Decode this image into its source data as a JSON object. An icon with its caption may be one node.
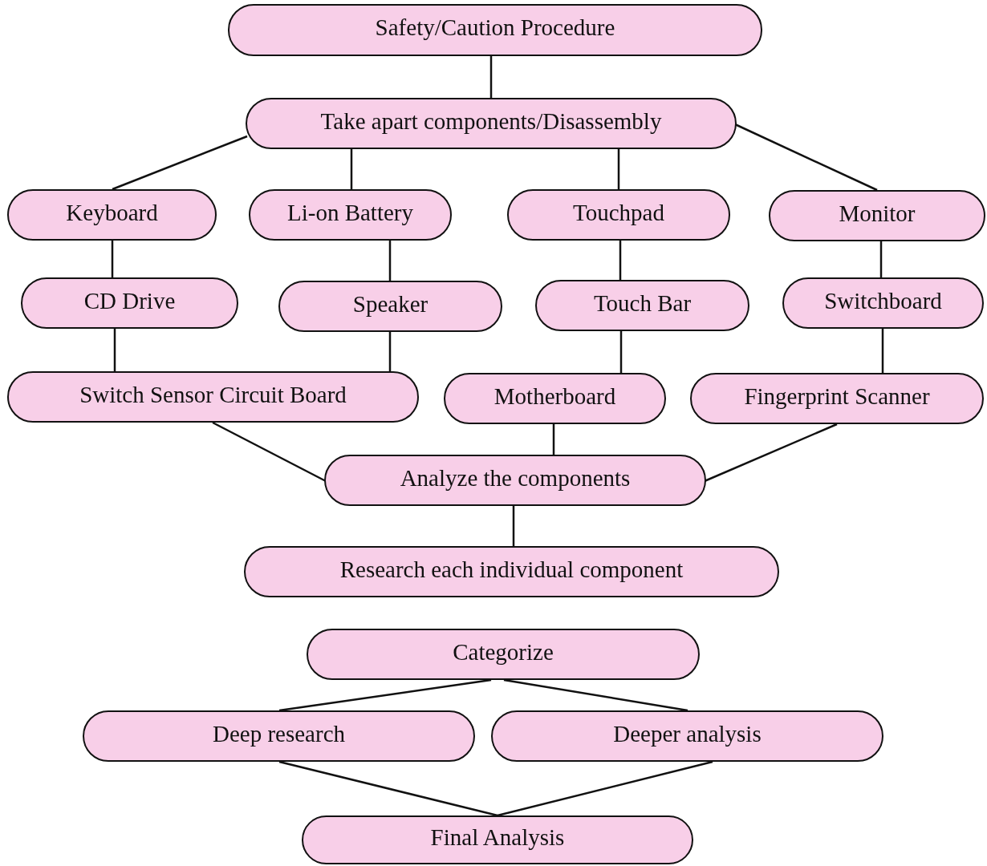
{
  "diagram": {
    "nodes": [
      {
        "text": [
          "Safety/Caution Procedure"
        ]
      },
      {
        "text": [
          "Take apart components/Disassembly"
        ]
      },
      {
        "text": [
          "Keyboard"
        ]
      },
      {
        "text": [
          "Li-on Battery"
        ]
      },
      {
        "text": [
          "Touchpad"
        ]
      },
      {
        "text": [
          "Monitor"
        ]
      },
      {
        "text": [
          "CD Drive"
        ]
      },
      {
        "text": [
          "Speaker"
        ]
      },
      {
        "text": [
          "Touch Bar"
        ]
      },
      {
        "text": [
          "Switchboard"
        ]
      },
      {
        "text": [
          "Switch Sensor Circuit Board"
        ]
      },
      {
        "text": [
          "Motherboard"
        ]
      },
      {
        "text": [
          "Fingerprint Scanner"
        ]
      },
      {
        "text": [
          "Analyze the components"
        ]
      },
      {
        "text": [
          "Research each individual component"
        ]
      },
      {
        "text": [
          "Categorize"
        ]
      },
      {
        "text": [
          "Deep research"
        ]
      },
      {
        "text": [
          "Deeper analysis"
        ]
      },
      {
        "text": [
          "Final Analysis"
        ]
      }
    ],
    "edges": [
      {
        "from": 0,
        "to": 1,
        "arrow": "none"
      },
      {
        "from": 1,
        "to": 2,
        "arrow": "none"
      },
      {
        "from": 1,
        "to": 3,
        "arrow": "none"
      },
      {
        "from": 1,
        "to": 4,
        "arrow": "none"
      },
      {
        "from": 1,
        "to": 5,
        "arrow": "none"
      },
      {
        "from": 2,
        "to": 6,
        "arrow": "none"
      },
      {
        "from": 3,
        "to": 7,
        "arrow": "none"
      },
      {
        "from": 4,
        "to": 8,
        "arrow": "none"
      },
      {
        "from": 5,
        "to": 9,
        "arrow": "none"
      },
      {
        "from": 6,
        "to": 10,
        "arrow": "none"
      },
      {
        "from": 7,
        "to": 10,
        "arrow": "none"
      },
      {
        "from": 8,
        "to": 11,
        "arrow": "none"
      },
      {
        "from": 9,
        "to": 12,
        "arrow": "none"
      },
      {
        "from": 10,
        "to": 13,
        "arrow": "none"
      },
      {
        "from": 11,
        "to": 13,
        "arrow": "none"
      },
      {
        "from": 12,
        "to": 13,
        "arrow": "none"
      },
      {
        "from": 13,
        "to": 14,
        "arrow": "none"
      },
      {
        "from": 15,
        "to": 16,
        "arrow": "none"
      },
      {
        "from": 15,
        "to": 17,
        "arrow": "none"
      },
      {
        "from": 16,
        "to": 18,
        "arrow": "none"
      },
      {
        "from": 17,
        "to": 18,
        "arrow": "none"
      }
    ]
  }
}
